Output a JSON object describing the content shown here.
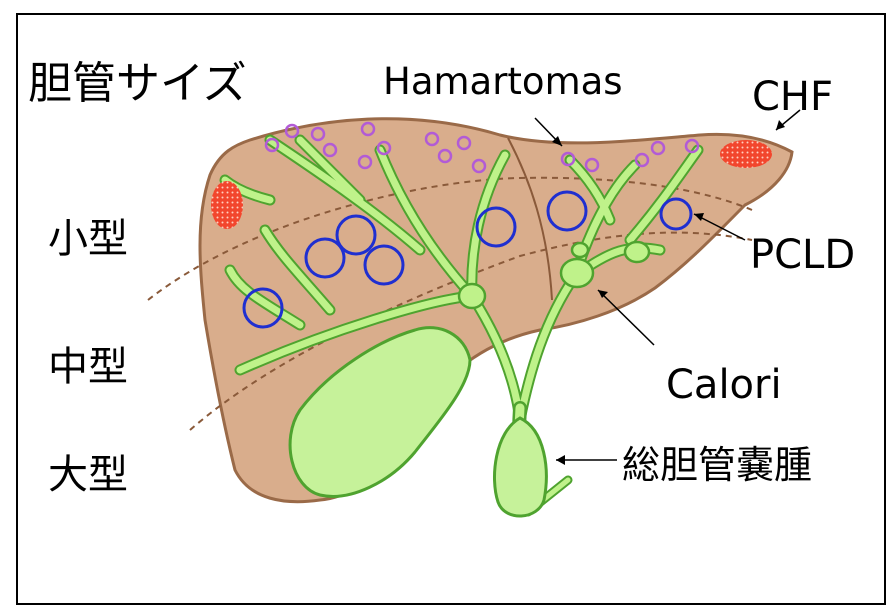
{
  "size_scale": {
    "title": "胆管サイズ",
    "small": "小型",
    "medium": "中型",
    "large": "大型"
  },
  "labels": {
    "hamartomas": "Hamartomas",
    "chf": "CHF",
    "pcld": "PCLD",
    "calori": "Calori",
    "cyst": "総胆管嚢腫"
  },
  "colors": {
    "liver": "#d9ad8c",
    "liver_stroke": "#9a6a48",
    "duct": "#bff28a",
    "duct_stroke": "#4fa32f",
    "pcld_cyst": "#1f2fd0",
    "hamartoma": "#b25bd6",
    "chf_patch": "#f2462d",
    "divider": "#8a5a3a"
  },
  "icons": {
    "pcld_cyst": "blue-circle",
    "hamartoma": "purple-small-circle",
    "chf_patch": "red-dotted-patch"
  }
}
